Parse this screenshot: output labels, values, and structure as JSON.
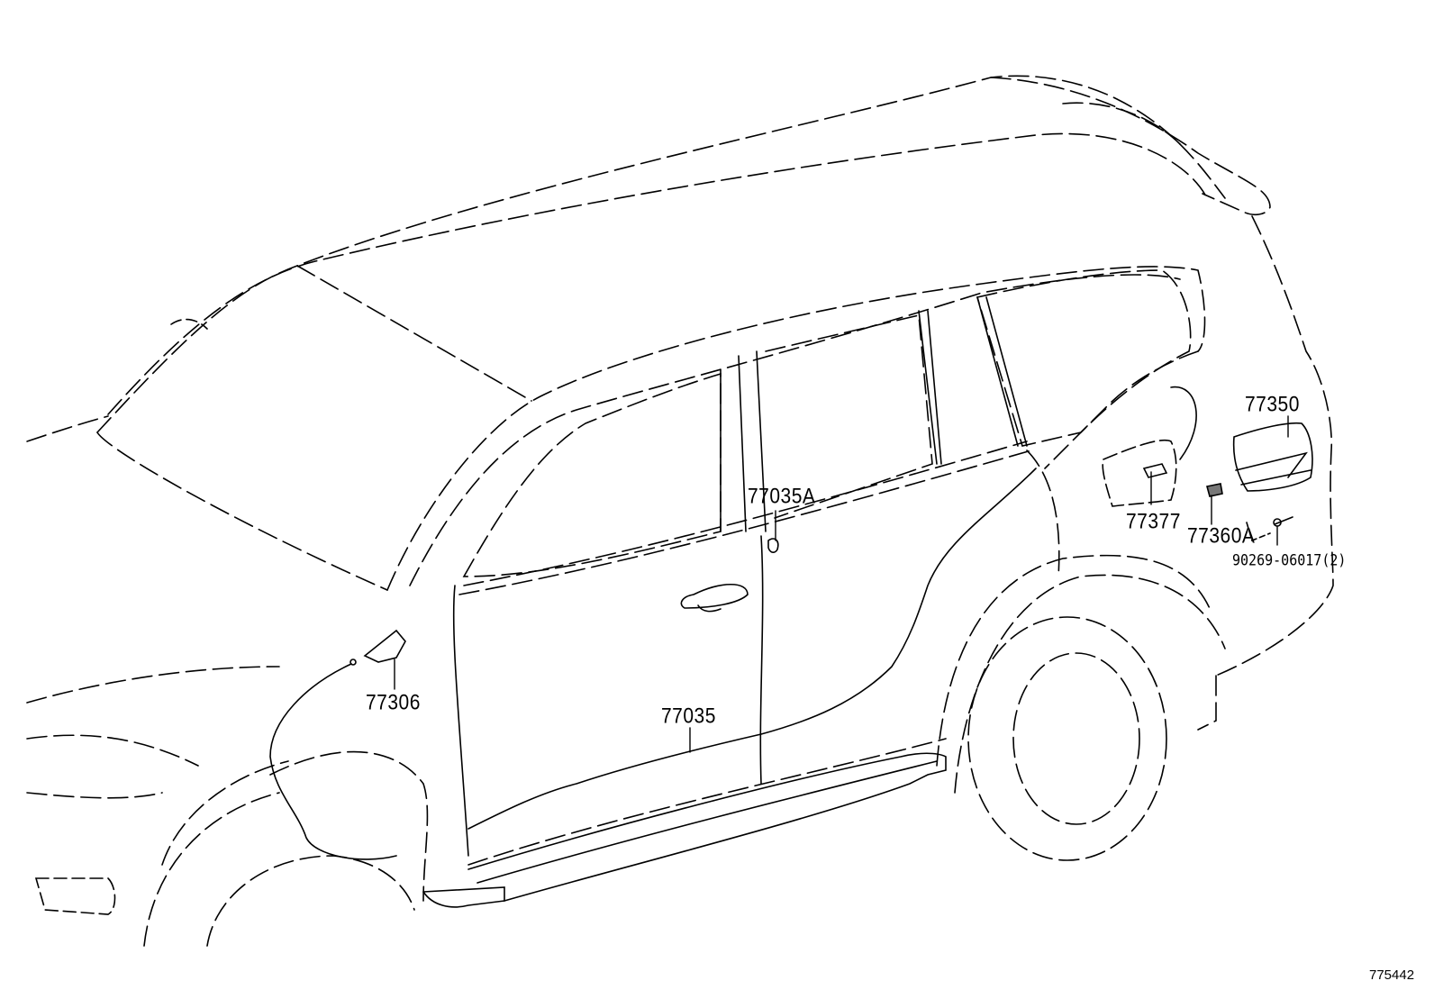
{
  "diagram": {
    "title": "",
    "figure_number": "775442",
    "background": "#ffffff",
    "line_color": "#000000",
    "subject": "SUV side view — fuel lid / door parts",
    "parts": [
      {
        "id": "p1",
        "number": "77350",
        "description_hint": "fuel filler lid"
      },
      {
        "id": "p2",
        "number": "77377",
        "description_hint": "lid part"
      },
      {
        "id": "p3",
        "number": "77360A",
        "description_hint": "lid hinge part"
      },
      {
        "id": "p4",
        "number": "90269-06017(2)",
        "description_hint": "rivet/screw, qty 2"
      },
      {
        "id": "p5",
        "number": "77035A",
        "description_hint": "clip"
      },
      {
        "id": "p6",
        "number": "77035",
        "description_hint": "cable/rod along door sill"
      },
      {
        "id": "p7",
        "number": "77306",
        "description_hint": "opener lever"
      }
    ]
  }
}
